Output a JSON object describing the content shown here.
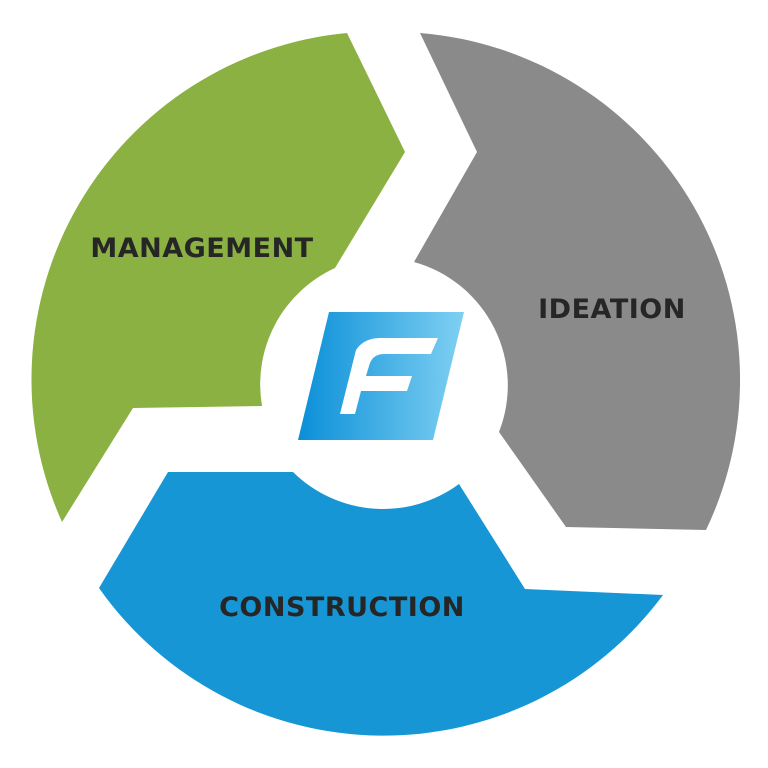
{
  "diagram": {
    "segments": [
      {
        "id": "management",
        "label": "MANAGEMENT",
        "color": "#8BB143"
      },
      {
        "id": "ideation",
        "label": "IDEATION",
        "color": "#8A8A8A"
      },
      {
        "id": "construction",
        "label": "CONSTRUCTION",
        "color": "#1696D4"
      }
    ],
    "logo": {
      "name": "f-logo-icon",
      "colors": [
        "#0A8FD8",
        "#7FD0F2"
      ]
    }
  }
}
